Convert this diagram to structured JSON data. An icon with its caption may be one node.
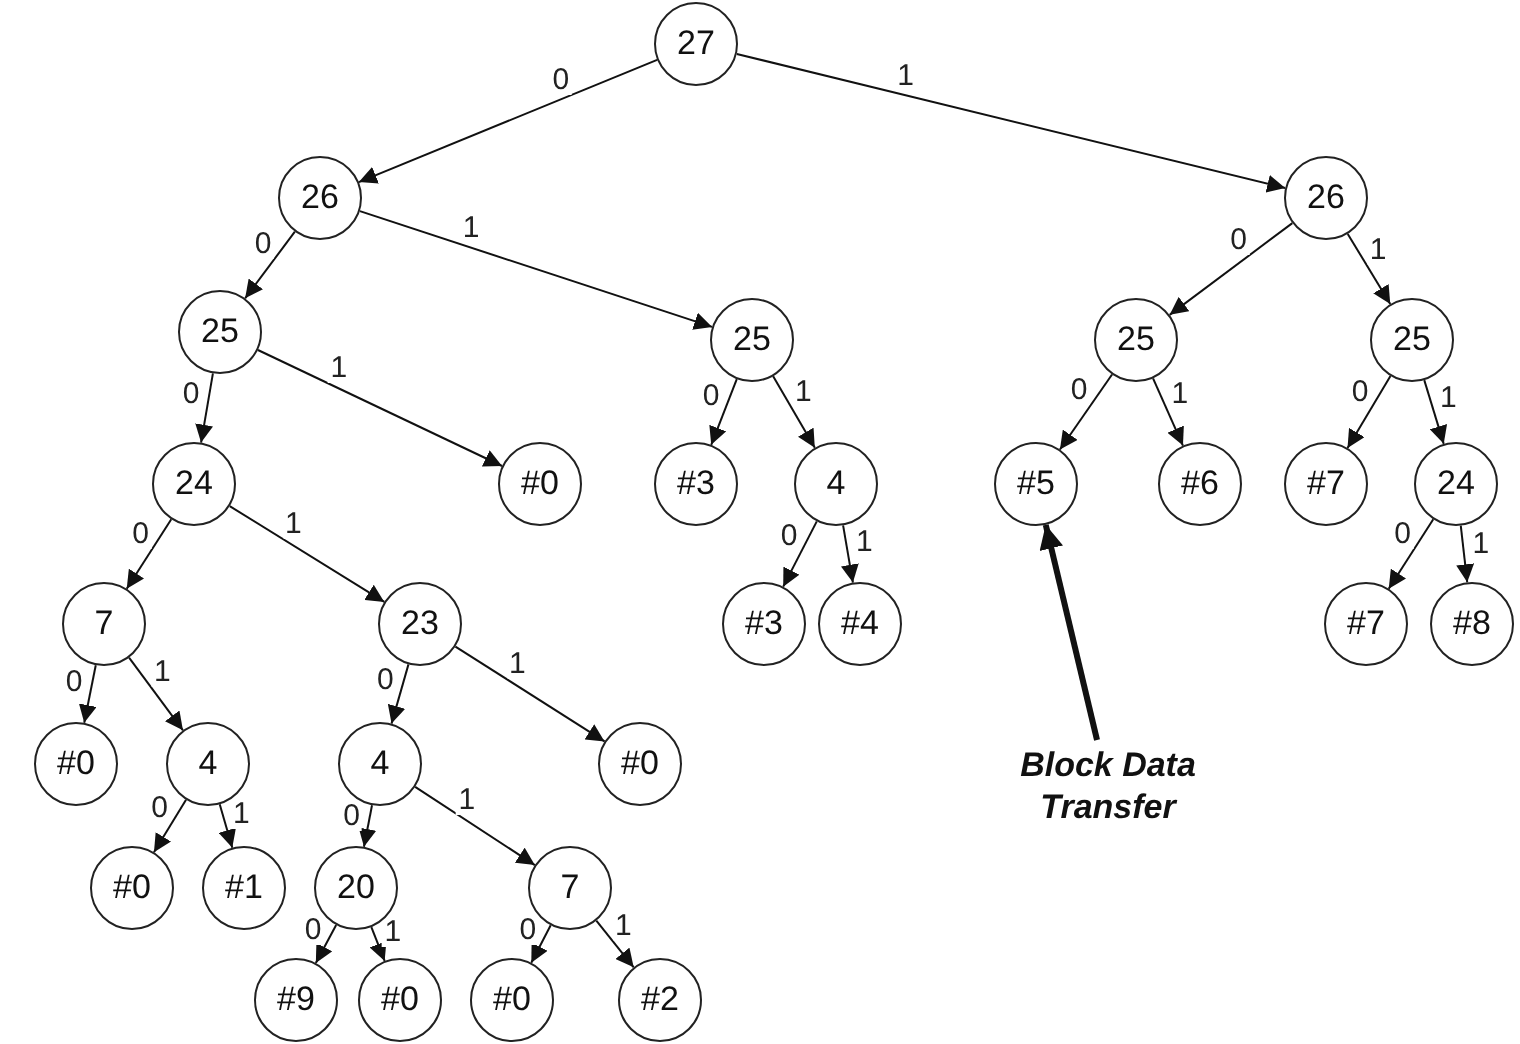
{
  "diagram": {
    "nodes": [
      {
        "text": [
          "27"
        ]
      },
      {
        "text": [
          "26"
        ]
      },
      {
        "text": [
          "26"
        ]
      },
      {
        "text": [
          "25"
        ]
      },
      {
        "text": [
          "25"
        ]
      },
      {
        "text": [
          "25"
        ]
      },
      {
        "text": [
          "25"
        ]
      },
      {
        "text": [
          "24"
        ]
      },
      {
        "text": [
          "#0"
        ]
      },
      {
        "text": [
          "#3"
        ]
      },
      {
        "text": [
          "4"
        ]
      },
      {
        "text": [
          "#5"
        ]
      },
      {
        "text": [
          "#6"
        ]
      },
      {
        "text": [
          "#7"
        ]
      },
      {
        "text": [
          "24"
        ]
      },
      {
        "text": [
          "7"
        ]
      },
      {
        "text": [
          "23"
        ]
      },
      {
        "text": [
          "#3"
        ]
      },
      {
        "text": [
          "#4"
        ]
      },
      {
        "text": [
          "#7"
        ]
      },
      {
        "text": [
          "#8"
        ]
      },
      {
        "text": [
          "#0"
        ]
      },
      {
        "text": [
          "4"
        ]
      },
      {
        "text": [
          "4"
        ]
      },
      {
        "text": [
          "#0"
        ]
      },
      {
        "text": [
          "#0"
        ]
      },
      {
        "text": [
          "#1"
        ]
      },
      {
        "text": [
          "20"
        ]
      },
      {
        "text": [
          "7"
        ]
      },
      {
        "text": [
          "#9"
        ]
      },
      {
        "text": [
          "#0"
        ]
      },
      {
        "text": [
          "#0"
        ]
      },
      {
        "text": [
          "#2"
        ]
      },
      {
        "text": [
          "Block Data Transfer"
        ]
      }
    ],
    "edges": [
      {
        "from": 0,
        "to": 1,
        "arrow": "to",
        "label": "0"
      },
      {
        "from": 0,
        "to": 2,
        "arrow": "to",
        "label": "1"
      },
      {
        "from": 1,
        "to": 3,
        "arrow": "to",
        "label": "0"
      },
      {
        "from": 1,
        "to": 4,
        "arrow": "to",
        "label": "1"
      },
      {
        "from": 2,
        "to": 5,
        "arrow": "to",
        "label": "0"
      },
      {
        "from": 2,
        "to": 6,
        "arrow": "to",
        "label": "1"
      },
      {
        "from": 3,
        "to": 7,
        "arrow": "to",
        "label": "0"
      },
      {
        "from": 3,
        "to": 8,
        "arrow": "to",
        "label": "1"
      },
      {
        "from": 4,
        "to": 9,
        "arrow": "to",
        "label": "0"
      },
      {
        "from": 4,
        "to": 10,
        "arrow": "to",
        "label": "1"
      },
      {
        "from": 5,
        "to": 11,
        "arrow": "to",
        "label": "0"
      },
      {
        "from": 5,
        "to": 12,
        "arrow": "to",
        "label": "1"
      },
      {
        "from": 6,
        "to": 13,
        "arrow": "to",
        "label": "0"
      },
      {
        "from": 6,
        "to": 14,
        "arrow": "to",
        "label": "1"
      },
      {
        "from": 7,
        "to": 15,
        "arrow": "to",
        "label": "0"
      },
      {
        "from": 7,
        "to": 16,
        "arrow": "to",
        "label": "1"
      },
      {
        "from": 10,
        "to": 17,
        "arrow": "to",
        "label": "0"
      },
      {
        "from": 10,
        "to": 18,
        "arrow": "to",
        "label": "1"
      },
      {
        "from": 14,
        "to": 19,
        "arrow": "to",
        "label": "0"
      },
      {
        "from": 14,
        "to": 20,
        "arrow": "to",
        "label": "1"
      },
      {
        "from": 15,
        "to": 21,
        "arrow": "to",
        "label": "0"
      },
      {
        "from": 15,
        "to": 22,
        "arrow": "to",
        "label": "1"
      },
      {
        "from": 16,
        "to": 23,
        "arrow": "to",
        "label": "0"
      },
      {
        "from": 16,
        "to": 24,
        "arrow": "to",
        "label": "1"
      },
      {
        "from": 22,
        "to": 25,
        "arrow": "to",
        "label": "0"
      },
      {
        "from": 22,
        "to": 26,
        "arrow": "to",
        "label": "1"
      },
      {
        "from": 23,
        "to": 27,
        "arrow": "to",
        "label": "0"
      },
      {
        "from": 23,
        "to": 28,
        "arrow": "to",
        "label": "1"
      },
      {
        "from": 27,
        "to": 29,
        "arrow": "to",
        "label": "0"
      },
      {
        "from": 27,
        "to": 30,
        "arrow": "to",
        "label": "1"
      },
      {
        "from": 28,
        "to": 31,
        "arrow": "to",
        "label": "0"
      },
      {
        "from": 28,
        "to": 32,
        "arrow": "to",
        "label": "1"
      },
      {
        "from": 33,
        "to": 11,
        "arrow": "to",
        "style": "thick"
      }
    ]
  }
}
